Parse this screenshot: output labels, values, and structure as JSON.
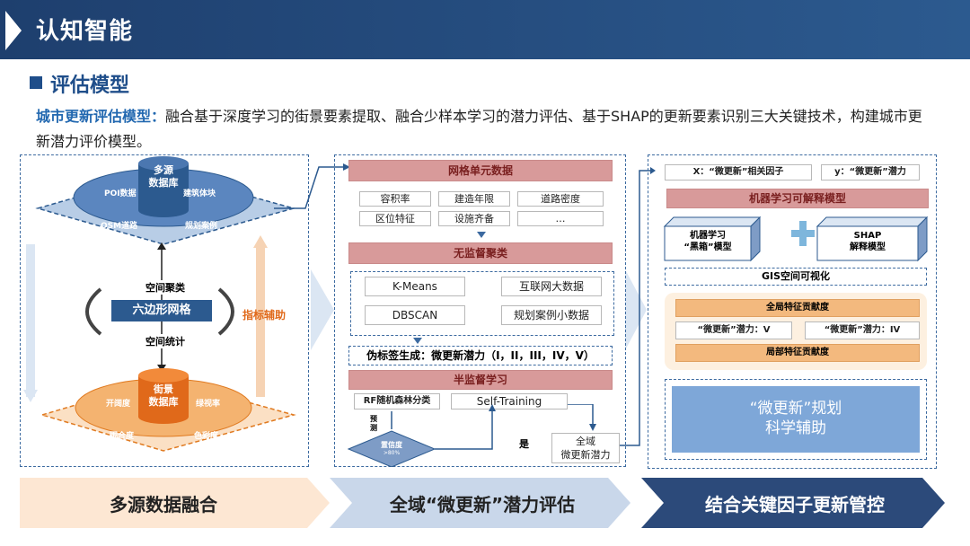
{
  "header": {
    "title": "认知智能"
  },
  "section": {
    "title": "评估模型"
  },
  "description": {
    "highlight": "城市更新评估模型：",
    "text": "融合基于深度学习的街景要素提取、融合少样本学习的潜力评估、基于SHAP的更新要素识别三大关键技术，构建城市更新潜力评价模型。"
  },
  "left": {
    "top_db": "多源\n数据库",
    "top_items": [
      "POI数据",
      "建筑体块",
      "OSM道路",
      "规划案例"
    ],
    "clustering": "空间聚类",
    "hex": "六边形网格",
    "stats": "空间统计",
    "indicator": "指标辅助",
    "bottom_db": "街景\n数据库",
    "bottom_items": [
      "开阔度",
      "绿视率",
      "围合度",
      "色彩度"
    ]
  },
  "middle": {
    "grid_title": "网格单元数据",
    "grid_chips": [
      "容积率",
      "建造年限",
      "道路密度",
      "区位特征",
      "设施齐备",
      "…"
    ],
    "unsup_title": "无监督聚类",
    "unsup_items": [
      "K-Means",
      "互联网大数据",
      "DBSCAN",
      "规划案例小数据"
    ],
    "pseudo": "伪标签生成：微更新潜力（I，II，III，IV，V）",
    "semi_title": "半监督学习",
    "rf": "RF随机森林分类",
    "self_training": "Self-Training",
    "predict": "预测",
    "confidence": "置信度",
    "confidence_sub": ">80%",
    "yes": "是",
    "global": "全域\n微更新潜力"
  },
  "right": {
    "x_label": "X：“微更新”相关因子",
    "y_label": "y：“微更新”潜力",
    "interp_title": "机器学习可解释模型",
    "blackbox": "机器学习\n“黑箱”模型",
    "shap": "SHAP\n解释模型",
    "gis": "GIS空间可视化",
    "global_contrib": "全局特征贡献度",
    "v_label": "“微更新”潜力：V",
    "iv_label": "“微更新”潜力：IV",
    "local_contrib": "局部特征贡献度",
    "result": "“微更新”规划\n科学辅助"
  },
  "bottom": {
    "labels": [
      "多源数据融合",
      "全域“微更新”潜力评估",
      "结合关键因子更新管控"
    ]
  },
  "colors": {
    "header": "#1e3f6e",
    "accent": "#2268b0",
    "pink": "#d89a9a",
    "orange": "#f0b070",
    "navy": "#2c4a7a"
  }
}
